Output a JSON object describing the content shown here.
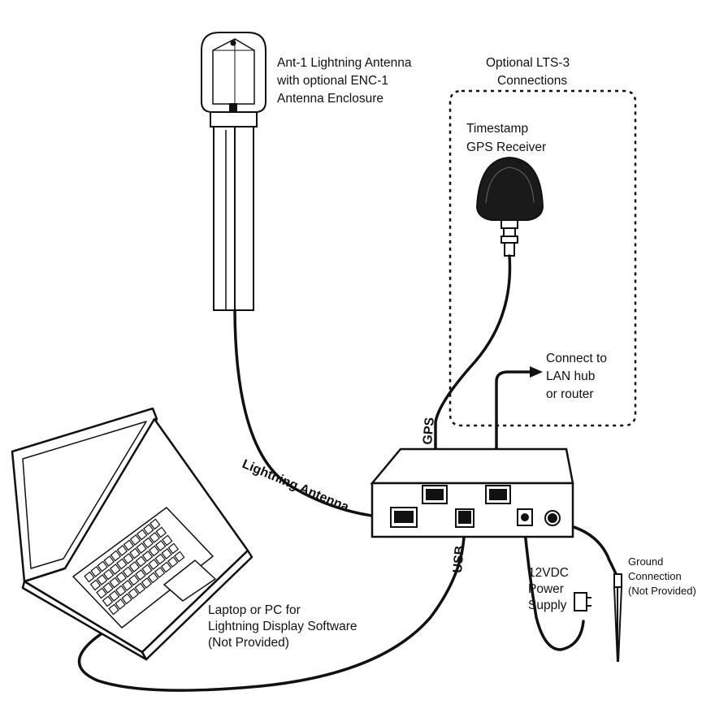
{
  "antenna": {
    "line1": "Ant-1 Lightning Antenna",
    "line2": "with optional ENC-1",
    "line3": "Antenna Enclosure"
  },
  "lts3": {
    "line1": "Optional LTS-3",
    "line2": "Connections"
  },
  "gps_receiver": {
    "line1": "Timestamp",
    "line2": "GPS Receiver"
  },
  "lan": {
    "line1": "Connect to",
    "line2": "LAN hub",
    "line3": "or router"
  },
  "cables": {
    "gps": "GPS",
    "lightning_antenna": "Lightning Antenna",
    "usb": "USB"
  },
  "power": {
    "line1": "12VDC",
    "line2": "Power",
    "line3": "Supply"
  },
  "ground": {
    "line1": "Ground",
    "line2": "Connection",
    "line3": "(Not Provided)"
  },
  "laptop": {
    "line1": "Laptop or PC for",
    "line2": "Lightning Display Software",
    "line3": "(Not Provided)"
  },
  "colors": {
    "ink": "#111111",
    "background": "#ffffff"
  }
}
